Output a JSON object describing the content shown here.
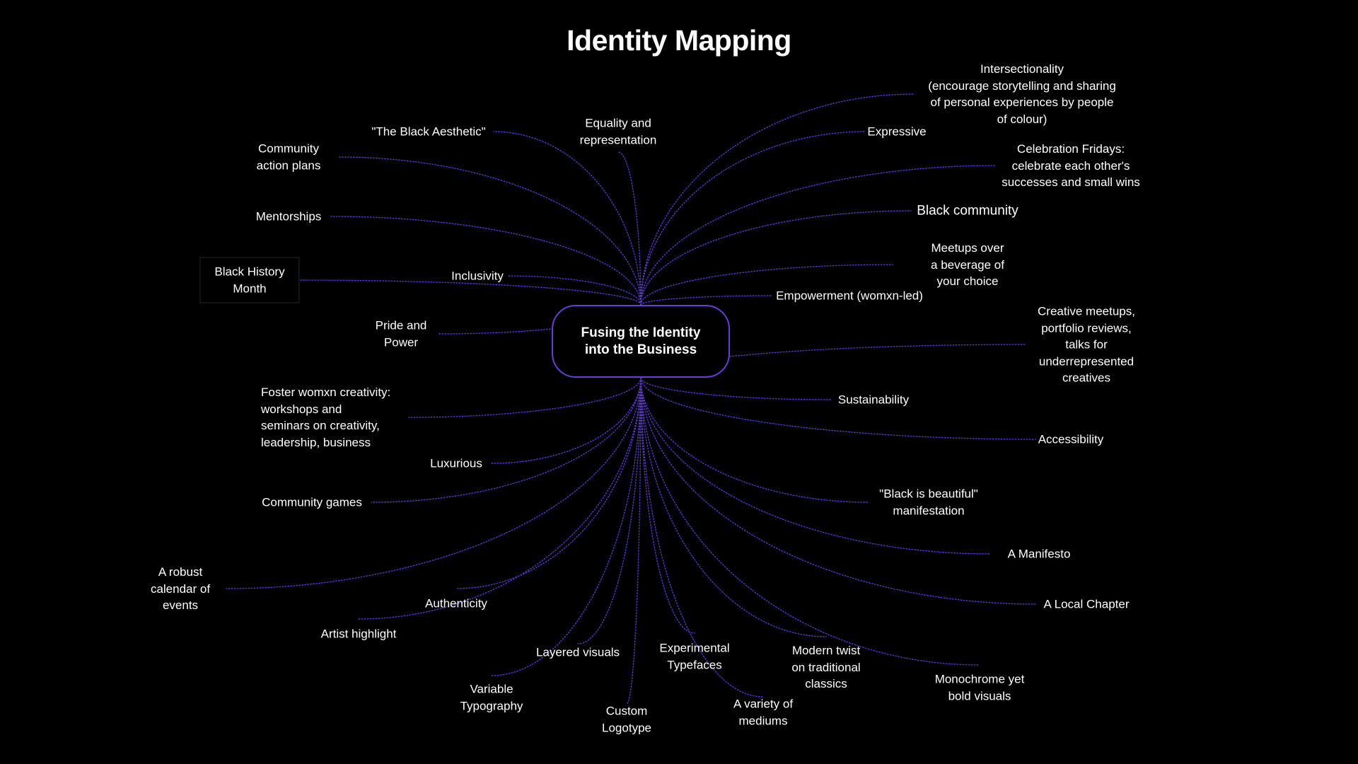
{
  "title": "Identity Mapping",
  "center": "Fusing the Identity\ninto the Business",
  "colors": {
    "edge": "#5b33d6",
    "center_border": "#6a3ce0",
    "background": "#000000",
    "text": "#ffffff"
  },
  "nodes": [
    {
      "id": "intersectionality",
      "label": "Intersectionality\n(encourage storytelling and sharing\nof personal experiences by people\nof colour)",
      "group": "top"
    },
    {
      "id": "expressive",
      "label": "Expressive",
      "group": "top"
    },
    {
      "id": "celebration-fridays",
      "label": "Celebration Fridays:\ncelebrate each other's\nsuccesses and small wins",
      "group": "top"
    },
    {
      "id": "black-community",
      "label": "Black community",
      "group": "top"
    },
    {
      "id": "meetups",
      "label": "Meetups over\na beverage of\nyour choice",
      "group": "top"
    },
    {
      "id": "empowerment",
      "label": "Empowerment (womxn-led)",
      "group": "top"
    },
    {
      "id": "equality",
      "label": "Equality and\nrepresentation",
      "group": "top"
    },
    {
      "id": "black-aesthetic",
      "label": "\"The Black Aesthetic\"",
      "group": "top"
    },
    {
      "id": "community-action",
      "label": "Community\naction plans",
      "group": "top"
    },
    {
      "id": "mentorships",
      "label": "Mentorships",
      "group": "top"
    },
    {
      "id": "black-history",
      "label": "Black History\nMonth",
      "group": "top"
    },
    {
      "id": "inclusivity",
      "label": "Inclusivity",
      "group": "top"
    },
    {
      "id": "pride",
      "label": "Pride and\nPower",
      "group": "top"
    },
    {
      "id": "creative-meetups",
      "label": "Creative meetups,\nportfolio reviews,\ntalks for\nunderrepresented\ncreatives",
      "group": "bottom"
    },
    {
      "id": "sustainability",
      "label": "Sustainability",
      "group": "bottom"
    },
    {
      "id": "accessibility",
      "label": "Accessibility",
      "group": "bottom"
    },
    {
      "id": "black-beautiful",
      "label": "\"Black is beautiful\"\nmanifestation",
      "group": "bottom"
    },
    {
      "id": "manifesto",
      "label": "A Manifesto",
      "group": "bottom"
    },
    {
      "id": "local-chapter",
      "label": "A Local Chapter",
      "group": "bottom"
    },
    {
      "id": "monochrome",
      "label": "Monochrome yet\nbold visuals",
      "group": "bottom"
    },
    {
      "id": "modern-twist",
      "label": "Modern twist\non traditional\nclassics",
      "group": "bottom"
    },
    {
      "id": "variety-mediums",
      "label": "A variety of\nmediums",
      "group": "bottom"
    },
    {
      "id": "experimental-typefaces",
      "label": "Experimental\nTypefaces",
      "group": "bottom"
    },
    {
      "id": "custom-logotype",
      "label": "Custom\nLogotype",
      "group": "bottom"
    },
    {
      "id": "layered-visuals",
      "label": "Layered visuals",
      "group": "bottom"
    },
    {
      "id": "variable-typography",
      "label": "Variable\nTypography",
      "group": "bottom"
    },
    {
      "id": "authenticity",
      "label": "Authenticity",
      "group": "bottom"
    },
    {
      "id": "artist-highlight",
      "label": "Artist highlight",
      "group": "bottom"
    },
    {
      "id": "robust-calendar",
      "label": "A robust\ncalendar of\nevents",
      "group": "bottom"
    },
    {
      "id": "community-games",
      "label": "Community games",
      "group": "bottom"
    },
    {
      "id": "luxurious",
      "label": "Luxurious",
      "group": "bottom"
    },
    {
      "id": "foster-womxn",
      "label": "Foster womxn creativity:\nworkshops and\nseminars on creativity,\nleadership, business",
      "group": "bottom"
    }
  ]
}
